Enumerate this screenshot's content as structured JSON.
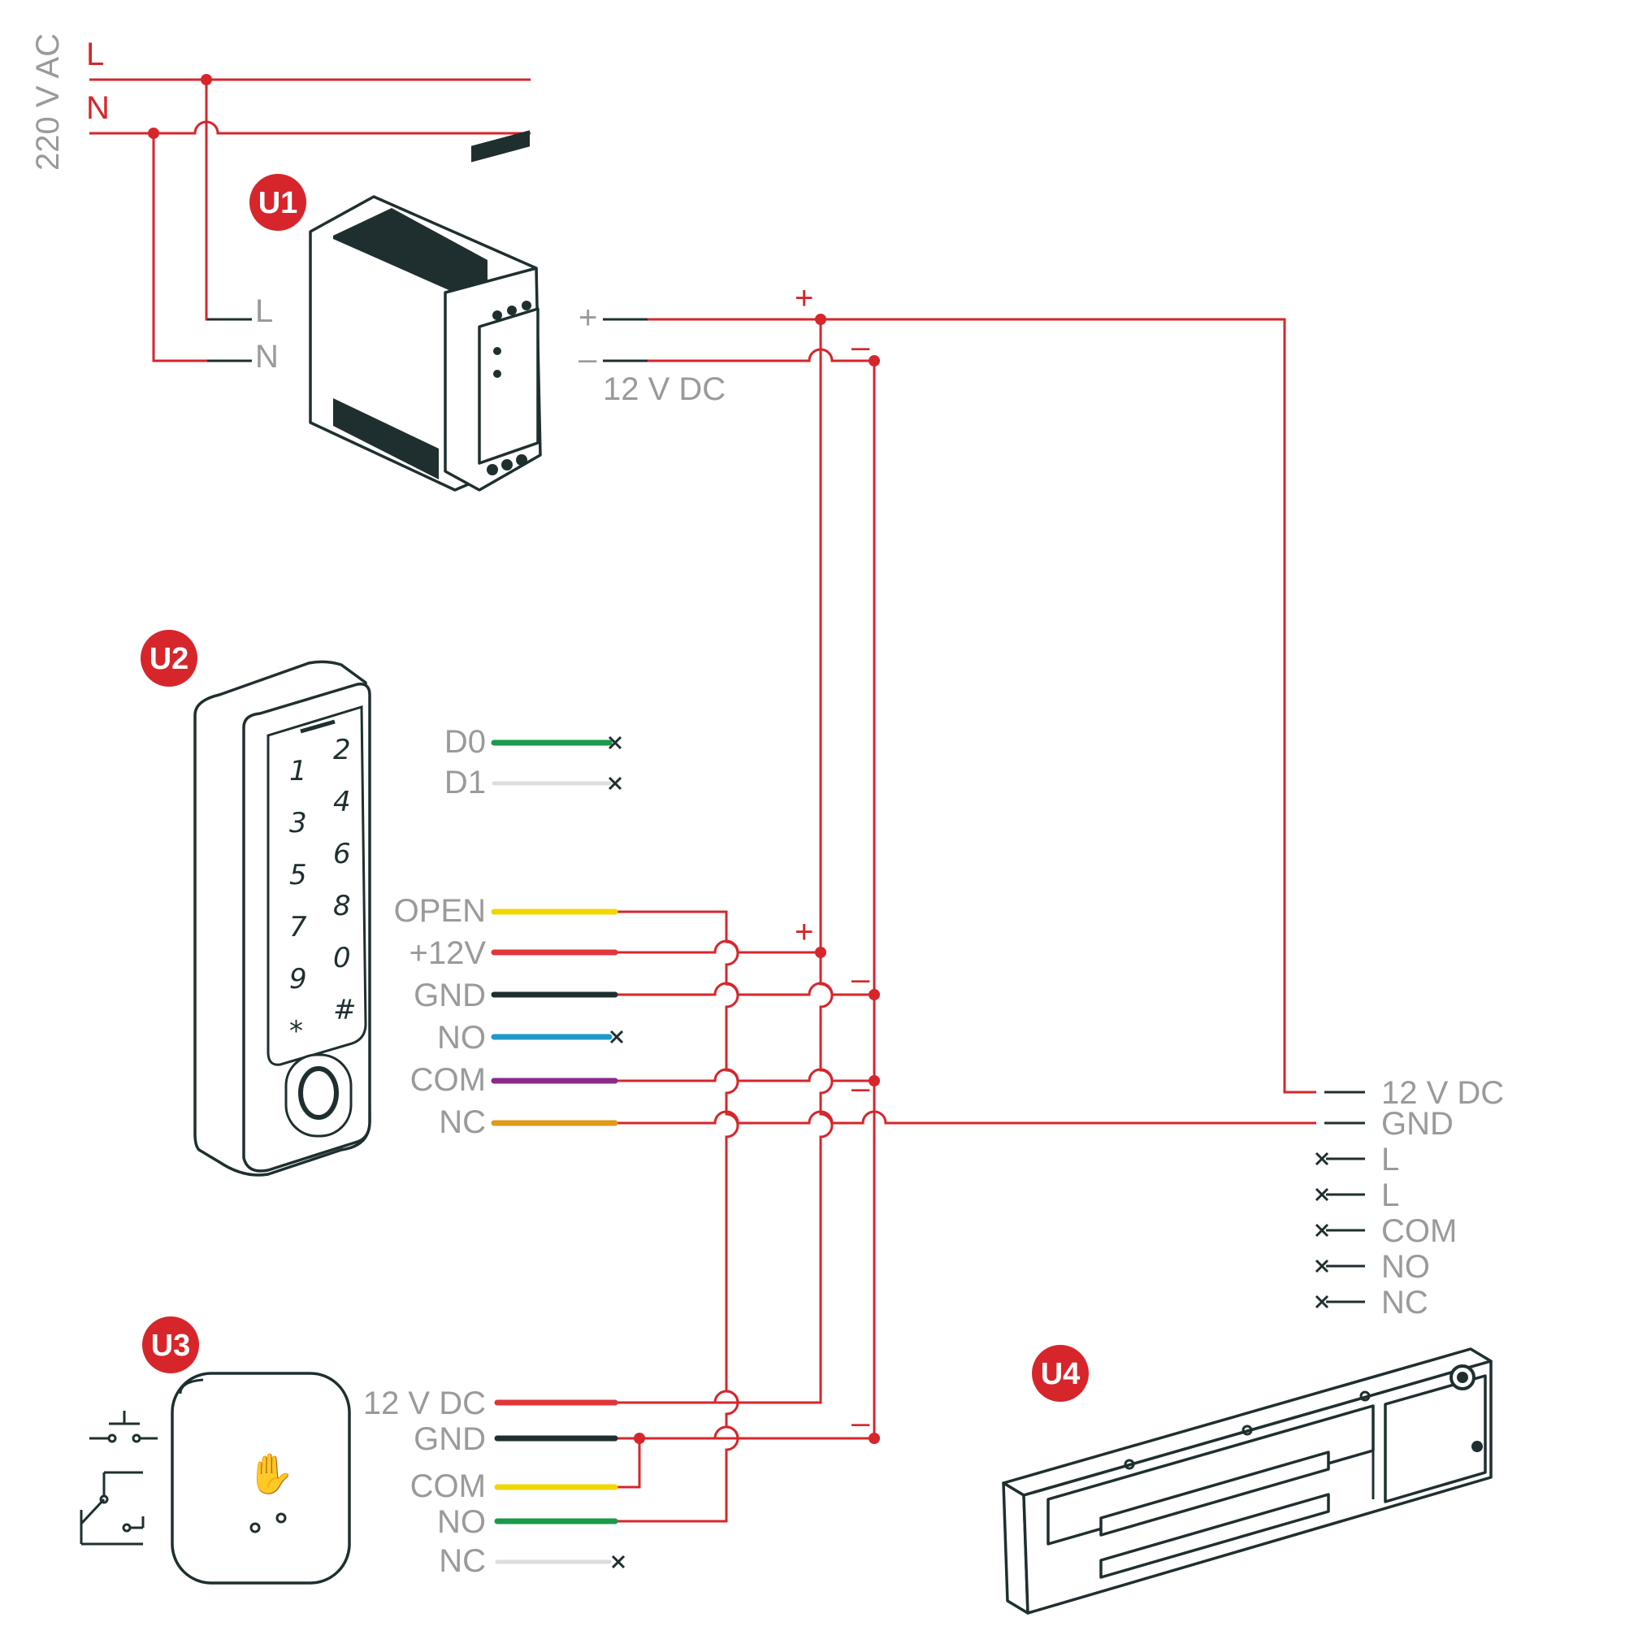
{
  "mains": {
    "title": "220 V AC",
    "l": "L",
    "n": "N"
  },
  "psu": {
    "badge": "U1",
    "in_l": "L",
    "in_n": "N",
    "out_plus": "+",
    "out_minus": "–",
    "out_label": "12  V DC",
    "bus_plus": "+",
    "bus_minus": "–"
  },
  "keypad": {
    "badge": "U2",
    "keys": [
      "1",
      "2",
      "3",
      "4",
      "5",
      "6",
      "7",
      "8",
      "9",
      "0",
      "*",
      "#"
    ],
    "pins": [
      "D0",
      "D1",
      "OPEN",
      "+12V",
      "GND",
      "NO",
      "COM",
      "NC"
    ],
    "wire_colors": [
      "#1a9a4a",
      "#dddddd",
      "#f2d600",
      "#e0353a",
      "#1f2f2f",
      "#1f9ac8",
      "#8a2a8a",
      "#e09a1a"
    ],
    "plus_mark": "+",
    "minus_mark": "–"
  },
  "exit_button": {
    "badge": "U3",
    "pins": [
      "12 V DC",
      "GND",
      "COM",
      "NO",
      "NC"
    ],
    "wire_colors": [
      "#e0353a",
      "#1f2f2f",
      "#f2d600",
      "#1a9a4a",
      "#dddddd"
    ],
    "minus_mark": "–"
  },
  "maglock": {
    "badge": "U4",
    "pins": [
      "12 V DC",
      "GND",
      "L",
      "L",
      "COM",
      "NO",
      "NC"
    ]
  },
  "colors": {
    "accent": "#d6262b",
    "device": "#1f2f2f",
    "label": "#9a9a9a"
  }
}
